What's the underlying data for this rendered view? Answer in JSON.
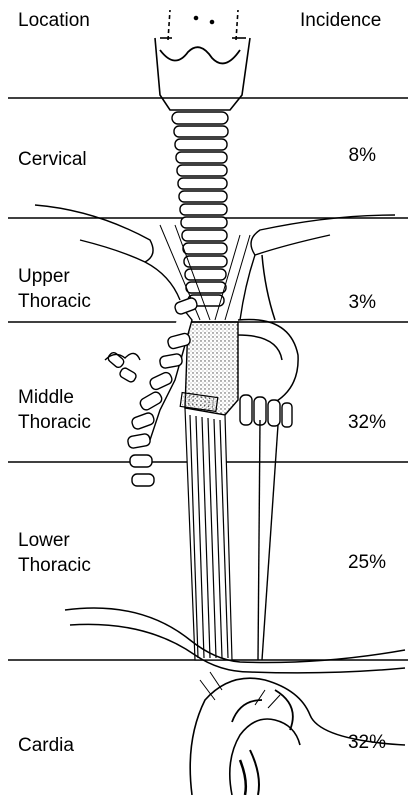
{
  "header": {
    "location_label": "Location",
    "incidence_label": "Incidence"
  },
  "zones": [
    {
      "name_lines": [
        "Cervical"
      ],
      "incidence": "8%"
    },
    {
      "name_lines": [
        "Upper",
        "Thoracic"
      ],
      "incidence": "3%"
    },
    {
      "name_lines": [
        "Middle",
        "Thoracic"
      ],
      "incidence": "32%"
    },
    {
      "name_lines": [
        "Lower",
        "Thoracic"
      ],
      "incidence": "25%"
    },
    {
      "name_lines": [
        "Cardia"
      ],
      "incidence": "32%"
    }
  ],
  "colors": {
    "ink": "#000000",
    "stipple": "#555555",
    "background": "#ffffff"
  }
}
